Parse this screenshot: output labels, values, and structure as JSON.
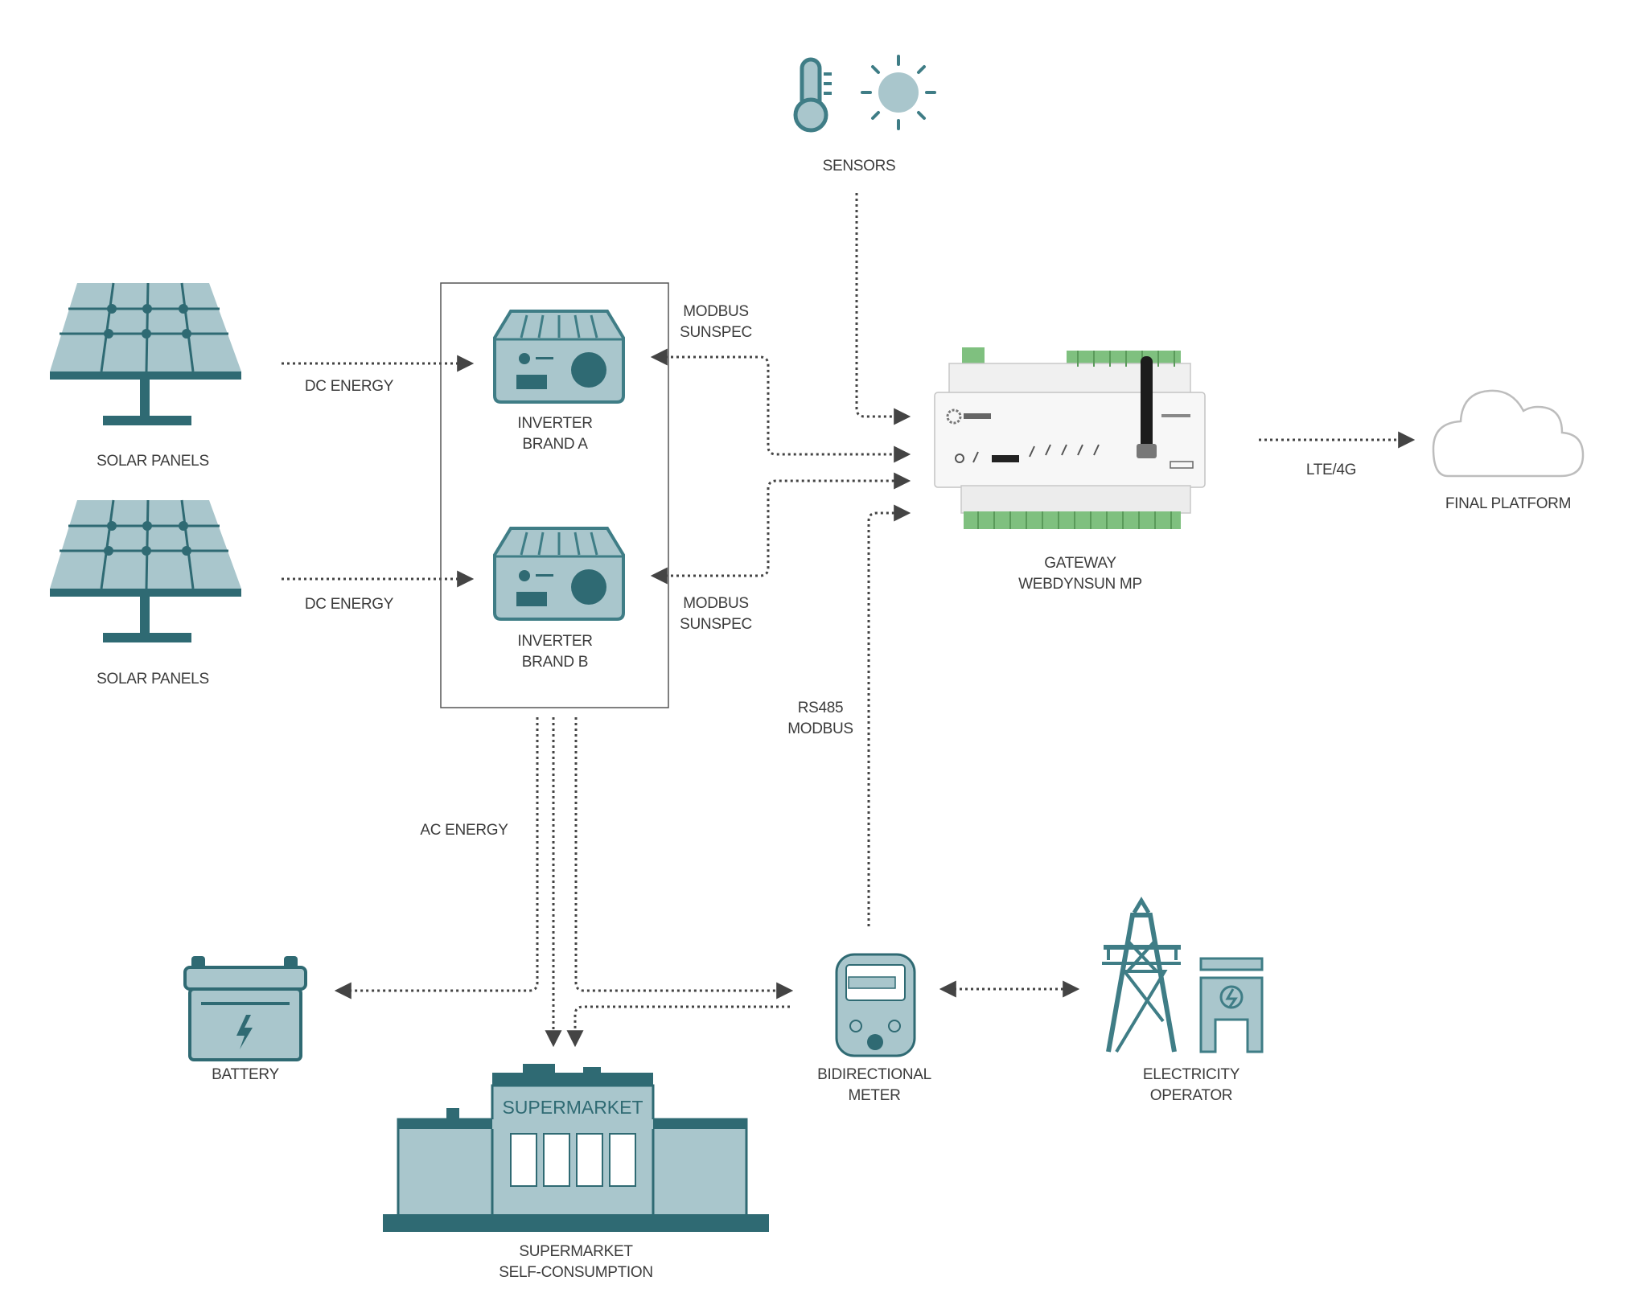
{
  "colors": {
    "icon_fill": "#a9c6cc",
    "icon_dark": "#2f6a73",
    "icon_stroke": "#3f7d86",
    "line": "#444444",
    "text": "#3c3c3c",
    "gateway_terminal": "#7fc07f"
  },
  "nodes": {
    "sensors": {
      "label": "SENSORS",
      "icons": [
        "thermometer-icon",
        "sun-icon"
      ]
    },
    "solar_panels_a": {
      "label": "SOLAR PANELS",
      "icon": "solar-panel-icon"
    },
    "solar_panels_b": {
      "label": "SOLAR PANELS",
      "icon": "solar-panel-icon"
    },
    "inverter_a": {
      "line1": "INVERTER",
      "line2": "BRAND A",
      "icon": "inverter-icon"
    },
    "inverter_b": {
      "line1": "INVERTER",
      "line2": "BRAND B",
      "icon": "inverter-icon"
    },
    "gateway": {
      "line1": "GATEWAY",
      "line2": "WEBDYNSUN MP",
      "icon": "gateway-device-icon"
    },
    "final_platform": {
      "label": "FINAL PLATFORM",
      "icon": "cloud-icon"
    },
    "battery": {
      "label": "BATTERY",
      "icon": "battery-icon"
    },
    "supermarket": {
      "line1": "SUPERMARKET",
      "line2": "SELF-CONSUMPTION",
      "sign": "SUPERMARKET",
      "icon": "supermarket-building-icon"
    },
    "meter": {
      "line1": "BIDIRECTIONAL",
      "line2": "METER",
      "icon": "meter-icon"
    },
    "operator": {
      "line1": "ELECTRICITY",
      "line2": "OPERATOR",
      "icon": "power-tower-icon"
    }
  },
  "edges": {
    "dc_energy_a": "DC ENERGY",
    "dc_energy_b": "DC ENERGY",
    "modbus_a": {
      "line1": "MODBUS",
      "line2": "SUNSPEC"
    },
    "modbus_b": {
      "line1": "MODBUS",
      "line2": "SUNSPEC"
    },
    "rs485": {
      "line1": "RS485",
      "line2": "MODBUS"
    },
    "lte": "LTE/4G",
    "ac_energy": "AC ENERGY"
  }
}
